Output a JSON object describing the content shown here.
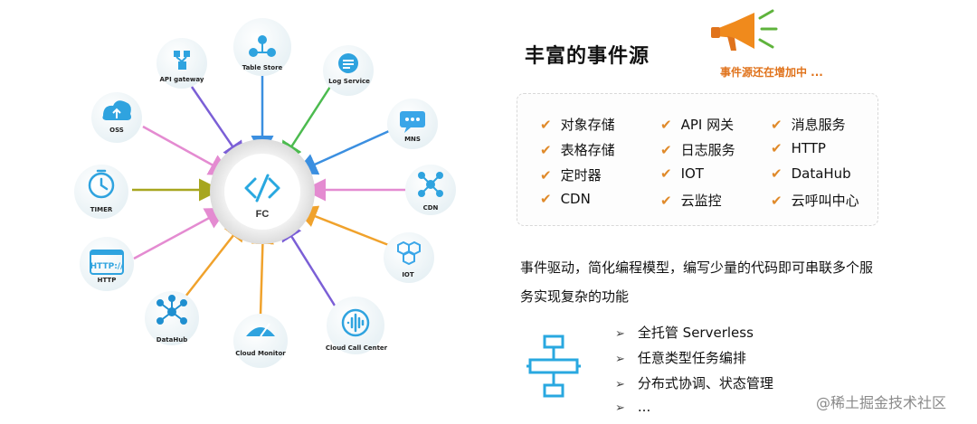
{
  "hub": {
    "label": "FC"
  },
  "nodes": [
    {
      "id": "table-store",
      "label": "Table Store",
      "icon": "table-store-icon",
      "color": "#2fa3df"
    },
    {
      "id": "log-service",
      "label": "Log Service",
      "icon": "log-service-icon",
      "color": "#2fa3df"
    },
    {
      "id": "mns",
      "label": "MNS",
      "icon": "mns-icon",
      "color": "#3aa6e8"
    },
    {
      "id": "cdn",
      "label": "CDN",
      "icon": "cdn-icon",
      "color": "#2fa3df"
    },
    {
      "id": "iot",
      "label": "IOT",
      "icon": "iot-icon",
      "color": "#3aa6e8"
    },
    {
      "id": "cloud-call-center",
      "label": "Cloud Call Center",
      "icon": "call-center-icon",
      "color": "#2fa3df"
    },
    {
      "id": "cloud-monitor",
      "label": "Cloud Monitor",
      "icon": "monitor-icon",
      "color": "#2fa3df"
    },
    {
      "id": "datahub",
      "label": "DataHub",
      "icon": "datahub-icon",
      "color": "#1f8fd0"
    },
    {
      "id": "http",
      "label": "HTTP",
      "icon": "http-icon",
      "color": "#2fa3df"
    },
    {
      "id": "timer",
      "label": "TIMER",
      "icon": "timer-icon",
      "color": "#2fa3df"
    },
    {
      "id": "oss",
      "label": "OSS",
      "icon": "oss-icon",
      "color": "#2fa3df"
    },
    {
      "id": "api-gateway",
      "label": "API gateway",
      "icon": "api-gateway-icon",
      "color": "#2fa3df"
    }
  ],
  "title": "丰富的事件源",
  "subtitle": "事件源还在增加中 ...",
  "sources": [
    "对象存储",
    "表格存储",
    "定时器",
    "CDN",
    "API 网关",
    "日志服务",
    "IOT",
    "云监控",
    "消息服务",
    "HTTP",
    "DataHub",
    "云呼叫中心"
  ],
  "description": "事件驱动，简化编程模型，编写少量的代码即可串联多个服务实现复杂的功能",
  "features": [
    "全托管 Serverless",
    "任意类型任务编排",
    "分布式协调、状态管理",
    "..."
  ],
  "watermark": "@稀土掘金技术社区",
  "colors": {
    "check": "#e08a2a",
    "subtitle": "#e0731c",
    "flow_icon": "#29a8e0",
    "arrow_purple": "#7b5fd6",
    "arrow_green": "#4cbb4f",
    "arrow_pink": "#e48bd1",
    "arrow_olive": "#a7a61f",
    "arrow_orange": "#f0a22c",
    "arrow_blue": "#3b8fe0"
  }
}
